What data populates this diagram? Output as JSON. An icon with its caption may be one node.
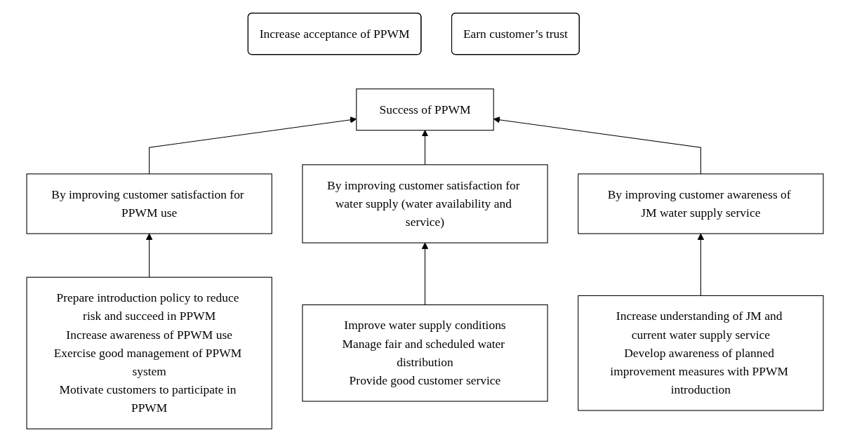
{
  "diagram": {
    "nodes": [
      {
        "text": [
          "Increase acceptance of PPWM"
        ]
      },
      {
        "text": [
          "Success of PPWM"
        ]
      },
      {
        "text": [
          "Earn customer’s trust"
        ]
      },
      {
        "text": [
          "By improving customer satisfaction for PPWM use"
        ]
      },
      {
        "text": [
          "By improving customer satisfaction for water supply (water availability and service)"
        ]
      },
      {
        "text": [
          "By improving customer awareness of JM water supply service"
        ]
      },
      {
        "text": [
          "Prepare introduction policy to reduce risk and succeed in PPWM",
          "Increase awareness of PPWM use",
          "Exercise good management of PPWM system",
          "Motivate customers to participate in PPWM"
        ]
      },
      {
        "text": [
          "Improve water supply conditions",
          "Manage fair and scheduled water distribution",
          "Provide good customer service"
        ]
      },
      {
        "text": [
          "Increase understanding of JM and current water supply service",
          "Develop awareness of planned improvement measures with PPWM introduction"
        ]
      }
    ],
    "edges": [
      {
        "from": 3,
        "to": 1,
        "arrow": "to"
      },
      {
        "from": 4,
        "to": 1,
        "arrow": "to"
      },
      {
        "from": 5,
        "to": 1,
        "arrow": "to"
      },
      {
        "from": 6,
        "to": 3,
        "arrow": "to"
      },
      {
        "from": 7,
        "to": 4,
        "arrow": "to"
      },
      {
        "from": 8,
        "to": 5,
        "arrow": "to"
      }
    ]
  }
}
